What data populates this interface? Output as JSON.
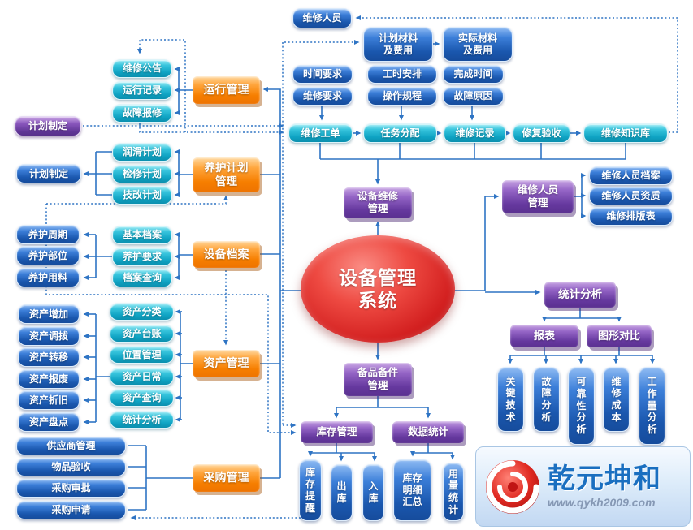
{
  "n": {
    "maintPersonnel": "维修人员",
    "plannedMaterial": "计划材料及费用",
    "actualMaterial": "实际材料及费用",
    "timeReq": "时间要求",
    "maintReq": "维修要求",
    "workHours": "工时安排",
    "procedure": "操作规程",
    "finishTime": "完成时间",
    "faultCause": "故障原因",
    "workOrder": "维修工单",
    "taskAssign": "任务分配",
    "maintRecord": "维修记录",
    "repairAccept": "修复验收",
    "knowledgeBase": "维修知识库",
    "announce": "维修公告",
    "runRecord": "运行记录",
    "faultReport": "故障报修",
    "runMgmt": "运行管理",
    "planMakingTop": "计划制定",
    "lubPlan": "润滑计划",
    "inspPlan": "检修计划",
    "techPlan": "技改计划",
    "carePlanMgmt": "养护计划管理",
    "planMaking": "计划制定",
    "basicArchive": "基本档案",
    "careReq": "养护要求",
    "archiveQuery": "档案查询",
    "equipArchive": "设备档案",
    "carePeriod": "养护周期",
    "carePart": "养护部位",
    "careMaterial": "养护用料",
    "assetCategory": "资产分类",
    "assetLedger": "资产台账",
    "locationMgmt": "位置管理",
    "assetDaily": "资产日常",
    "assetQuery": "资产查询",
    "assetStats": "统计分析",
    "assetMgmt": "资产管理",
    "assetAdd": "资产增加",
    "assetAllocate": "资产调拨",
    "assetTransfer": "资产转移",
    "assetScrap": "资产报废",
    "assetDepreciation": "资产折旧",
    "assetStocktake": "资产盘点",
    "supplierMgmt": "供应商管理",
    "goodsAcceptance": "物品验收",
    "purchaseApproval": "采购审批",
    "purchaseRequest": "采购申请",
    "purchaseMgmt": "采购管理",
    "center": "设备管理系统",
    "equipMaintMgmt": "设备维修管理",
    "sparePartsMgmt": "备品备件管理",
    "inventoryMgmt": "库存管理",
    "dataStats": "数据统计",
    "stockAlert": "库存提醒",
    "stockOut": "出库",
    "stockIn": "入库",
    "stockDetail": "库存明细汇总",
    "usageStats": "用量统计",
    "maintStaffMgmt": "维修人员管理",
    "staffArchive": "维修人员档案",
    "staffQualification": "维修人员资质",
    "maintScheduleTable": "维修排版表",
    "statAnalysis": "统计分析",
    "report": "报表",
    "chartCompare": "图形对比",
    "keyTech": "关键技术",
    "faultAnalysis": "故障分析",
    "reliabilityAnalysis": "可靠性分析",
    "maintCost": "维修成本",
    "workloadAnalysis": "工作量分析"
  },
  "logo": {
    "brand": "乾元坤和",
    "url": "www.qykh2009.com"
  },
  "colors": {
    "line": "#2E74C4",
    "cyan": "#0FA3C3",
    "blue": "#1A57AE",
    "orange": "#F67E00",
    "purple": "#66399F",
    "red": "#D32020",
    "brand_blue": "#1A6FC0"
  }
}
